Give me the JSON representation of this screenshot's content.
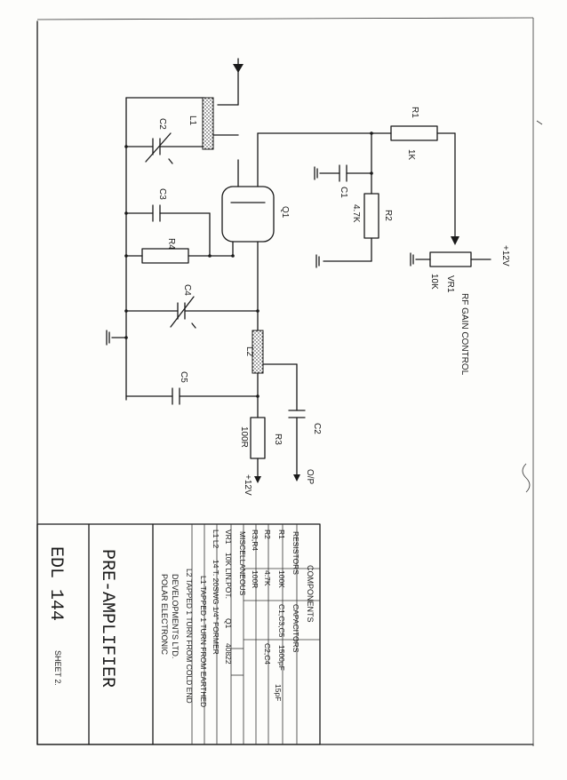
{
  "labels": {
    "c2": "C2",
    "l1": "L1",
    "c3": "C3",
    "r4": "R4",
    "c4": "C4",
    "c5": "C5",
    "l2": "L2",
    "q1": "Q1",
    "r1": "R1",
    "r1_val": "1K",
    "c1": "C1",
    "r2": "R2",
    "r2_val": "4.7K",
    "r3": "R3",
    "r3_val": "100R",
    "c2b": "C2",
    "vr1": "VR1",
    "vr1_val": "10K",
    "plus12v_a": "+12V",
    "plus12v_b": "+12V",
    "op": "O/P",
    "rf_gain": "RF GAIN CONTROL"
  },
  "title_block": {
    "company_1": "POLAR ELECTRONIC",
    "company_2": "DEVELOPMENTS LTD.",
    "title": "PRE-AMPLIFIER",
    "drawing_no": "EDL 144",
    "sheet": "SHEET 2.",
    "components_heading": "COMPONENTS",
    "resistors_heading": "RESISTORS",
    "capacitors_heading": "CAPACITORS",
    "resistors": [
      {
        "ref": "R1",
        "val": "100K"
      },
      {
        "ref": "R2",
        "val": "4.7K"
      },
      {
        "ref": "R3,R4",
        "val": "100R"
      }
    ],
    "capacitors": [
      {
        "ref": "C1,C3,C5",
        "val": "1500pF"
      },
      {
        "ref": "C2,C4",
        "val": "15pF"
      }
    ],
    "misc_heading": "MISCELLANEOUS",
    "misc": [
      {
        "ref": "VR1",
        "desc": "10K LIN.POT.",
        "ref2": "Q1",
        "val2": "40822"
      },
      {
        "ref": "L1 L2",
        "desc": "14 T. 20SWG 1/4\" FORMER"
      },
      {
        "ref": "",
        "desc": "L1 TAPPED 1 TURN FROM EARTHED"
      },
      {
        "ref": "",
        "desc": "L2 TAPPED 1 TURN FROM COLD END"
      }
    ]
  }
}
